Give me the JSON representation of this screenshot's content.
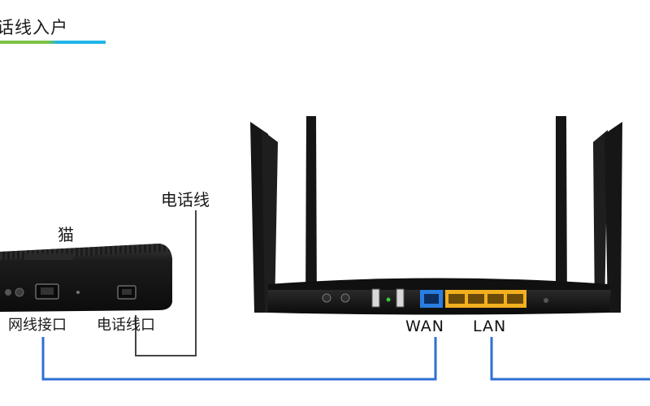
{
  "title": "话线入户",
  "labels": {
    "modem": "猫",
    "phone_line": "电话线",
    "modem_net_port": "网线接口",
    "modem_phone_port": "电话线口",
    "wan": "WAN",
    "lan": "LAN"
  },
  "colors": {
    "accent_green": "#7cc242",
    "accent_cyan": "#1fb5e8",
    "ethernet_cable": "#2f6fd6",
    "phone_cable": "#444444",
    "wan_port": "#2a7de1",
    "lan_ports": "#f2b01e",
    "device_body": "#151515"
  }
}
